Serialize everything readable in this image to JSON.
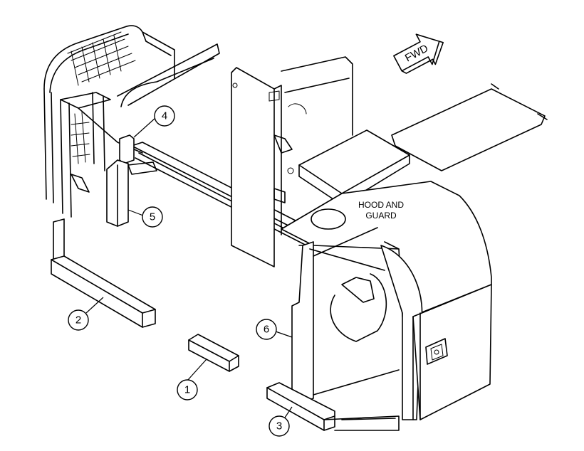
{
  "direction_indicator": {
    "label": "FWD"
  },
  "hood_label": {
    "line1": "HOOD AND",
    "line2": "GUARD"
  },
  "callouts": [
    {
      "number": "1"
    },
    {
      "number": "2"
    },
    {
      "number": "3"
    },
    {
      "number": "4"
    },
    {
      "number": "5"
    },
    {
      "number": "6"
    }
  ]
}
